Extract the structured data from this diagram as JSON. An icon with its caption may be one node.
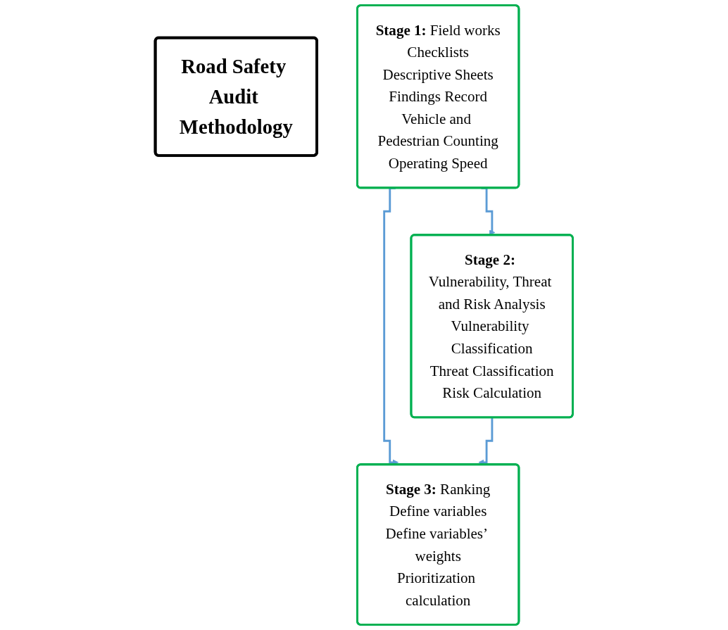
{
  "diagram": {
    "nodes": [
      {
        "text": [
          "Road Safety Audit Methodology"
        ]
      },
      {
        "text": [
          "**Stage 1:** Field works",
          "Checklists",
          "Descriptive Sheets",
          "Findings Record",
          "Vehicle and Pedestrian Counting",
          "Operating Speed"
        ]
      },
      {
        "text": [
          "**Stage 2:** Vulnerability, Threat and Risk Analysis",
          "Vulnerability Classification",
          "Threat Classification",
          "Risk Calculation"
        ]
      },
      {
        "text": [
          "**Stage 3:** Ranking",
          "Define variables",
          "Define variables’ weights",
          "Prioritization calculation"
        ]
      }
    ],
    "edges": [
      {
        "from": 1,
        "to": 2,
        "arrow": "to"
      },
      {
        "from": 1,
        "to": 3,
        "arrow": "to"
      },
      {
        "from": 2,
        "to": 3,
        "arrow": "to"
      }
    ]
  }
}
